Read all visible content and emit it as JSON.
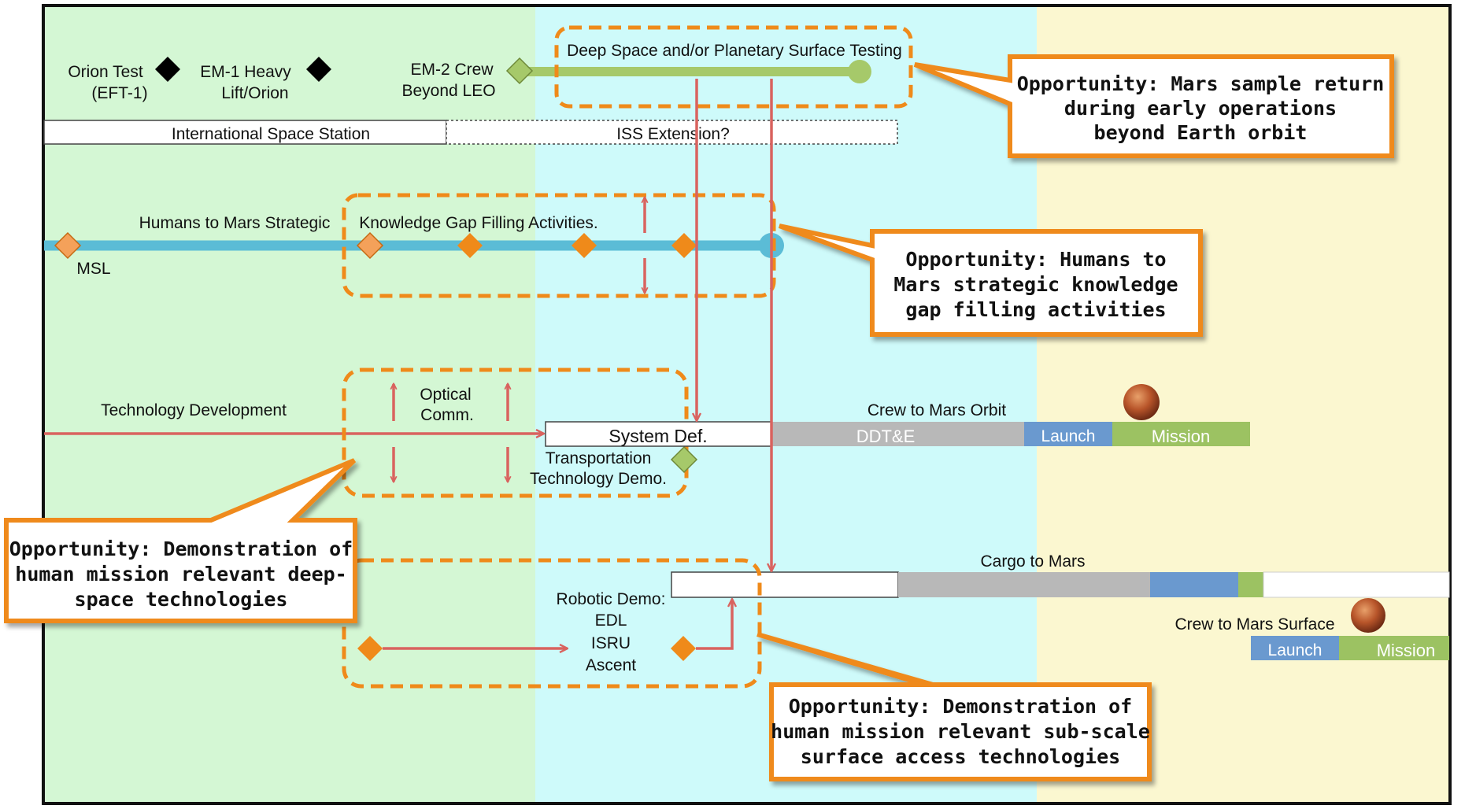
{
  "colors": {
    "phase1": "#d4f7d4",
    "phase2": "#cefafa",
    "phase3": "#fbf7d0",
    "orange": "#ef8a1a",
    "arrow": "#d9635f",
    "strategic_line": "#5bbcd6",
    "green_line": "#a6c96a",
    "ddte_gray": "#b8b8b8",
    "launch_blue": "#6a99cf",
    "mission_green": "#9cc262",
    "frame": "#111111"
  },
  "milestones": {
    "orion_test": "Orion Test",
    "eft1": "(EFT-1)",
    "em1_line1": "EM-1 Heavy",
    "em1_line2": "Lift/Orion",
    "em2_line1": "EM-2 Crew",
    "em2_line2": "Beyond LEO"
  },
  "deep_space": {
    "label": "Deep Space and/or Planetary Surface Testing"
  },
  "iss": {
    "station": "International Space Station",
    "extension": "ISS Extension?"
  },
  "strategic": {
    "label_left": "Humans to Mars Strategic",
    "label_right": "Knowledge Gap Filling Activities.",
    "msl": "MSL"
  },
  "tech": {
    "label": "Technology Development",
    "optical_line1": "Optical",
    "optical_line2": "Comm.",
    "transport_line1": "Transportation",
    "transport_line2": "Technology Demo."
  },
  "crew_orbit": {
    "title": "Crew to Mars Orbit",
    "system_def": "System Def.",
    "ddte": "DDT&E",
    "launch": "Launch",
    "mission": "Mission"
  },
  "cargo": {
    "title": "Cargo to Mars"
  },
  "robotic": {
    "line1": "Robotic Demo:",
    "line2": "EDL",
    "line3": "ISRU",
    "line4": "Ascent"
  },
  "crew_surface": {
    "title": "Crew to Mars Surface",
    "launch": "Launch",
    "mission": "Mission"
  },
  "callouts": {
    "sample_return": [
      "Opportunity:  Mars sample return",
      "during early operations",
      "beyond Earth orbit"
    ],
    "strategic_gap": [
      "Opportunity:  Humans to",
      "Mars strategic knowledge",
      "gap filling activities"
    ],
    "deep_space_tech": [
      "Opportunity:  Demonstration of",
      "human mission relevant deep-",
      "space technologies"
    ],
    "surface_access": [
      "Opportunity:  Demonstration of",
      "human mission relevant sub-scale",
      "surface access technologies"
    ]
  }
}
